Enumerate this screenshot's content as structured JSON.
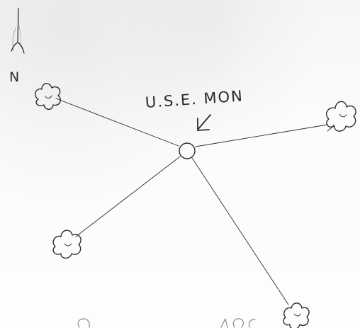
{
  "diagram": {
    "monument_label": "U.S.E. MON",
    "north_label": "N",
    "ink_color": "#2f2f2f",
    "paper_color": "#fbfbfa",
    "marker_shape": "cloud",
    "tree_count": 4
  }
}
